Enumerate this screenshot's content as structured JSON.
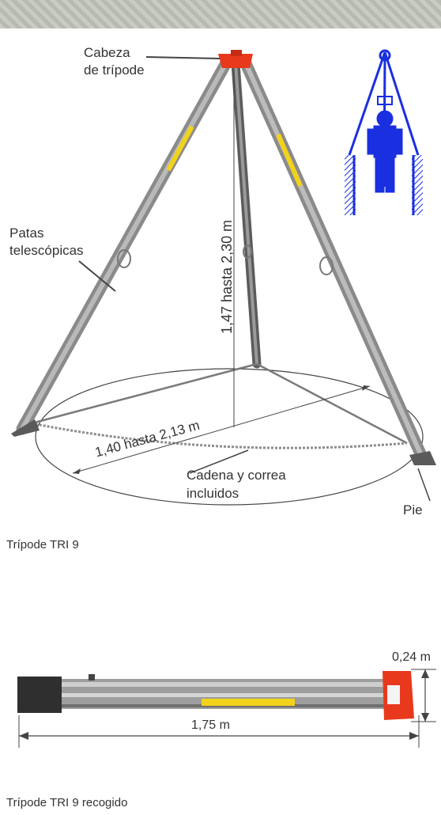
{
  "tripod": {
    "labels": {
      "head_line1": "Cabeza",
      "head_line2": "de trípode",
      "legs_line1": "Patas",
      "legs_line2": "telescópicas",
      "height": "1,47 hasta 2,30 m",
      "spread": "1,40 hasta 2,13 m",
      "chain_line1": "Cadena y correa",
      "chain_line2": "incluidos",
      "foot": "Pie"
    },
    "caption": "Trípode TRI 9"
  },
  "folded": {
    "width_label": "0,24 m",
    "length_label": "1,75 m",
    "caption": "Trípode TRI 9 recogido"
  },
  "colors": {
    "leg": "#6e6e6e",
    "head": "#e8391d",
    "accent_yellow": "#f2d21b",
    "icon_blue": "#1a2fe0"
  }
}
